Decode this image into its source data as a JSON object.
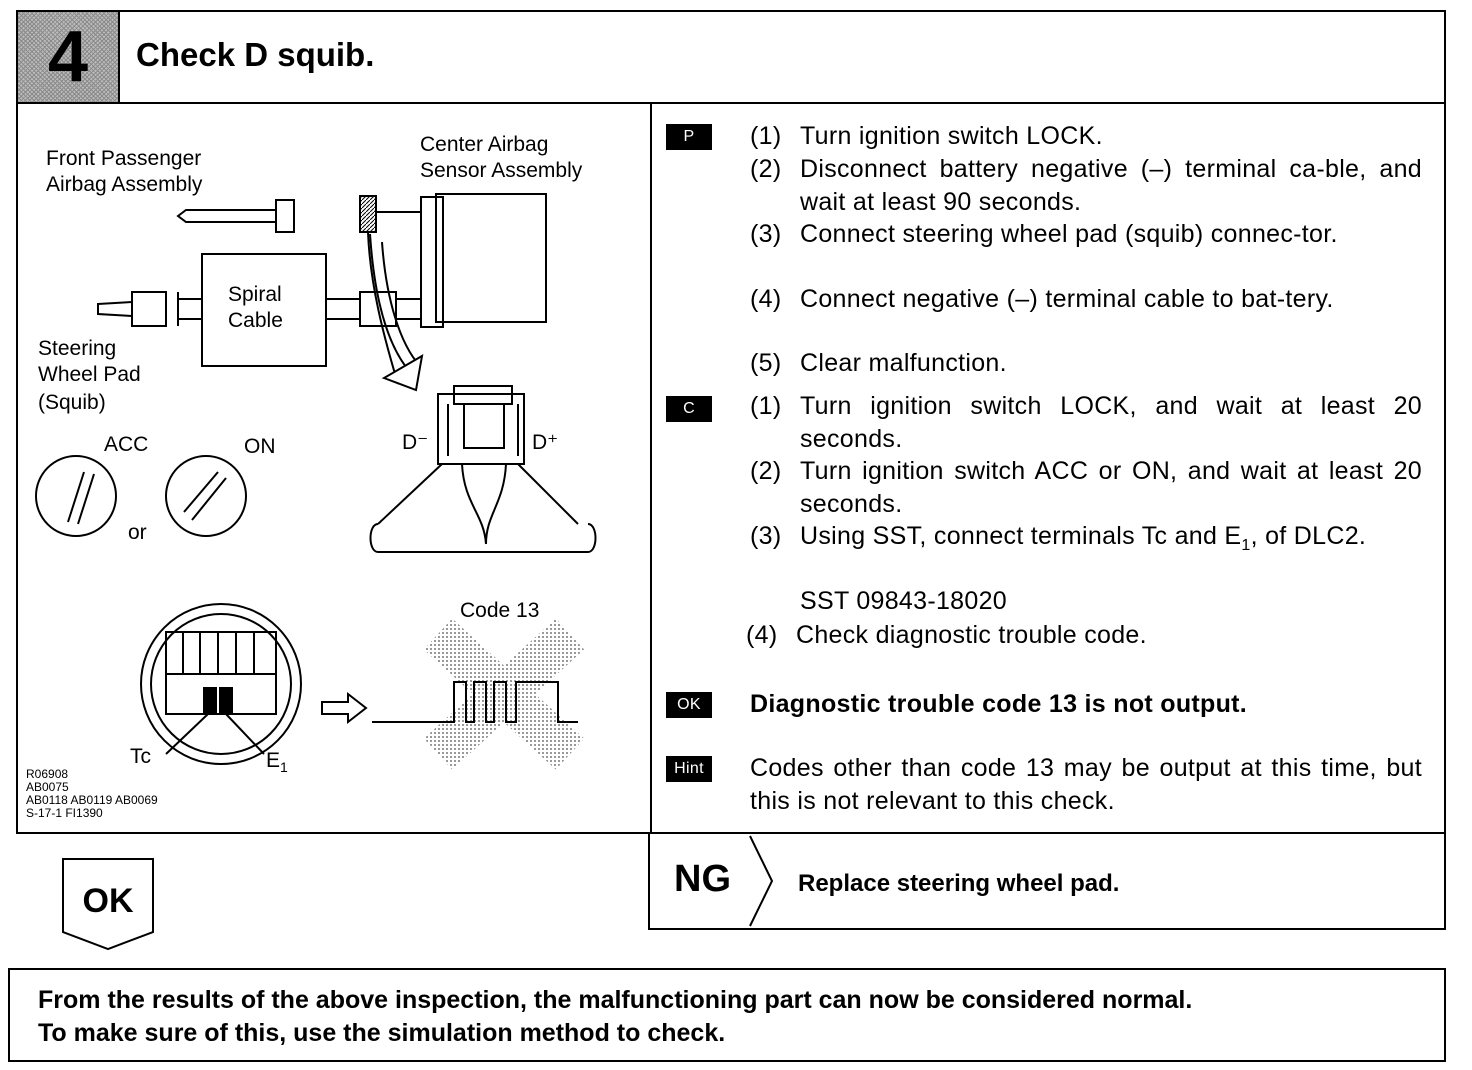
{
  "header": {
    "step_number": "4",
    "title": "Check D squib."
  },
  "figure": {
    "labels": {
      "front_passenger": "Front Passenger",
      "front_passenger_2": "Airbag Assembly",
      "center_sensor": "Center Airbag",
      "center_sensor_2": "Sensor Assembly",
      "spiral": "Spiral",
      "spiral_2": "Cable",
      "steering": "Steering",
      "steering_2": "Wheel Pad",
      "steering_3": "(Squib)",
      "acc": "ACC",
      "on": "ON",
      "or": "or",
      "d_minus": "D⁻",
      "d_plus": "D⁺",
      "code": "Code 13",
      "tc": "Tc",
      "e1": "E",
      "e1_sub": "1"
    },
    "refs": [
      "R06908",
      "AB0075",
      "AB0118 AB0119 AB0069",
      "S-17-1 FI1390"
    ]
  },
  "instructions": {
    "badges": {
      "p": "P",
      "c": "C",
      "ok": "OK",
      "hint": "Hint"
    },
    "p_steps": [
      {
        "n": "(1)",
        "t": "Turn ignition switch LOCK."
      },
      {
        "n": "(2)",
        "t": "Disconnect battery negative (–) terminal ca-ble, and wait at least 90 seconds."
      },
      {
        "n": "(3)",
        "t": "Connect steering wheel pad (squib) connec-tor."
      },
      {
        "n": "(4)",
        "t": "Connect negative (–) terminal cable to bat-tery."
      },
      {
        "n": "(5)",
        "t": "Clear malfunction."
      }
    ],
    "c_steps": [
      {
        "n": "(1)",
        "t": "Turn ignition switch LOCK, and wait at least 20 seconds."
      },
      {
        "n": "(2)",
        "t": "Turn ignition switch ACC or ON, and wait at least 20 seconds."
      },
      {
        "n": "(3)",
        "t": "Using SST, connect terminals Tc and E",
        "sub": "1",
        "t2": ", of DLC2."
      },
      {
        "n": "",
        "t": "SST 09843-18020"
      },
      {
        "n": "(4)",
        "t": "Check diagnostic trouble code."
      }
    ],
    "ok_text": "Diagnostic trouble code 13 is not output.",
    "hint_text": "Codes other than code 13 may be output at this time, but this is not relevant to this check."
  },
  "ng": {
    "label": "NG",
    "text": "Replace steering wheel pad."
  },
  "ok": {
    "label": "OK"
  },
  "footer": {
    "line1": "From the results of the above inspection, the malfunctioning part can now be considered normal.",
    "line2": "To make sure of this, use the simulation method to check."
  }
}
